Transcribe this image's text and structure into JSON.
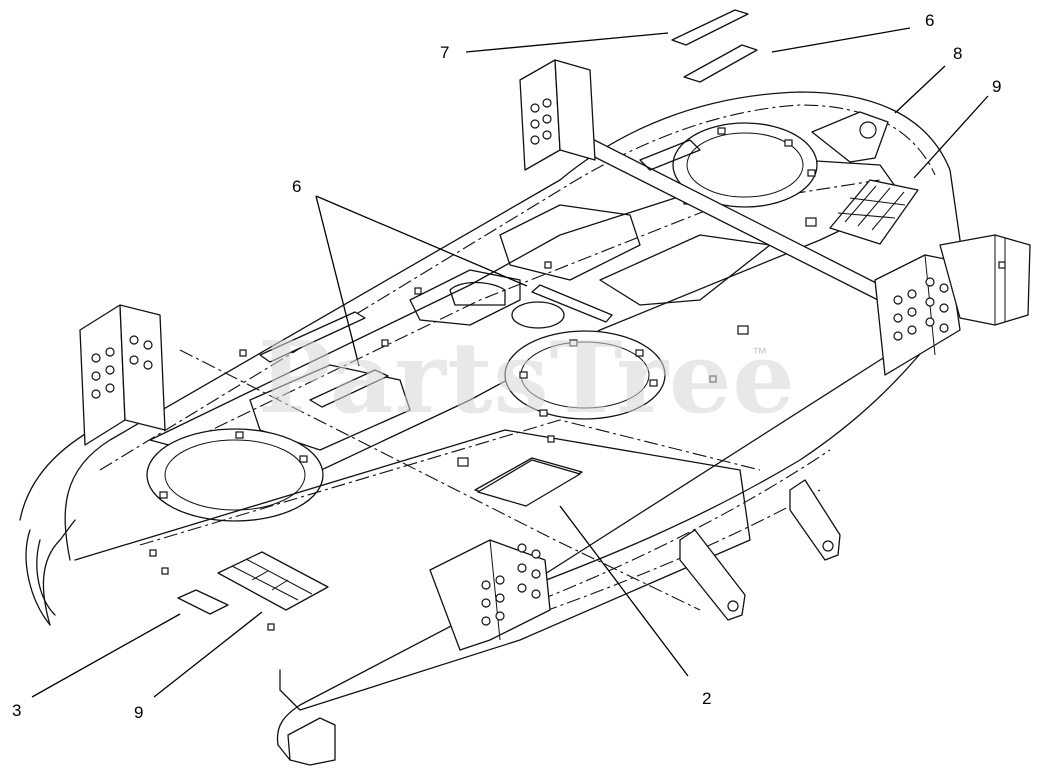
{
  "watermark": {
    "brand": "PartsTree",
    "mark": "™"
  },
  "callouts": [
    {
      "id": "c7",
      "label": "7"
    },
    {
      "id": "c6a",
      "label": "6"
    },
    {
      "id": "c8",
      "label": "8"
    },
    {
      "id": "c9a",
      "label": "9"
    },
    {
      "id": "c6b",
      "label": "6"
    },
    {
      "id": "c3",
      "label": "3"
    },
    {
      "id": "c9b",
      "label": "9"
    },
    {
      "id": "c2",
      "label": "2"
    }
  ]
}
